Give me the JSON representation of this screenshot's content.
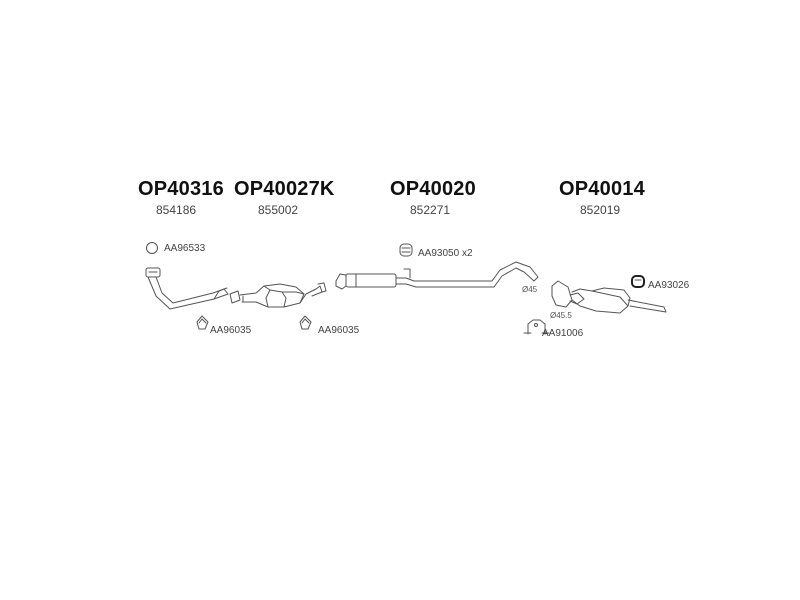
{
  "parts": [
    {
      "code": "OP40316",
      "number": "854186"
    },
    {
      "code": "OP40027K",
      "number": "855002"
    },
    {
      "code": "OP40020",
      "number": "852271"
    },
    {
      "code": "OP40014",
      "number": "852019"
    }
  ],
  "accessories": {
    "ring": "AA96533",
    "gasket_left": "AA96035",
    "gasket_mid": "AA96035",
    "hanger_mid": "AA93050",
    "hanger_mid_qty": "x2",
    "hanger_right": "AA93026",
    "clamp": "AA91006"
  },
  "dimensions": {
    "pipe_diameter": "Ø45",
    "clamp_diameter": "Ø45.5"
  },
  "colors": {
    "line": "#555555",
    "text": "#111111"
  }
}
